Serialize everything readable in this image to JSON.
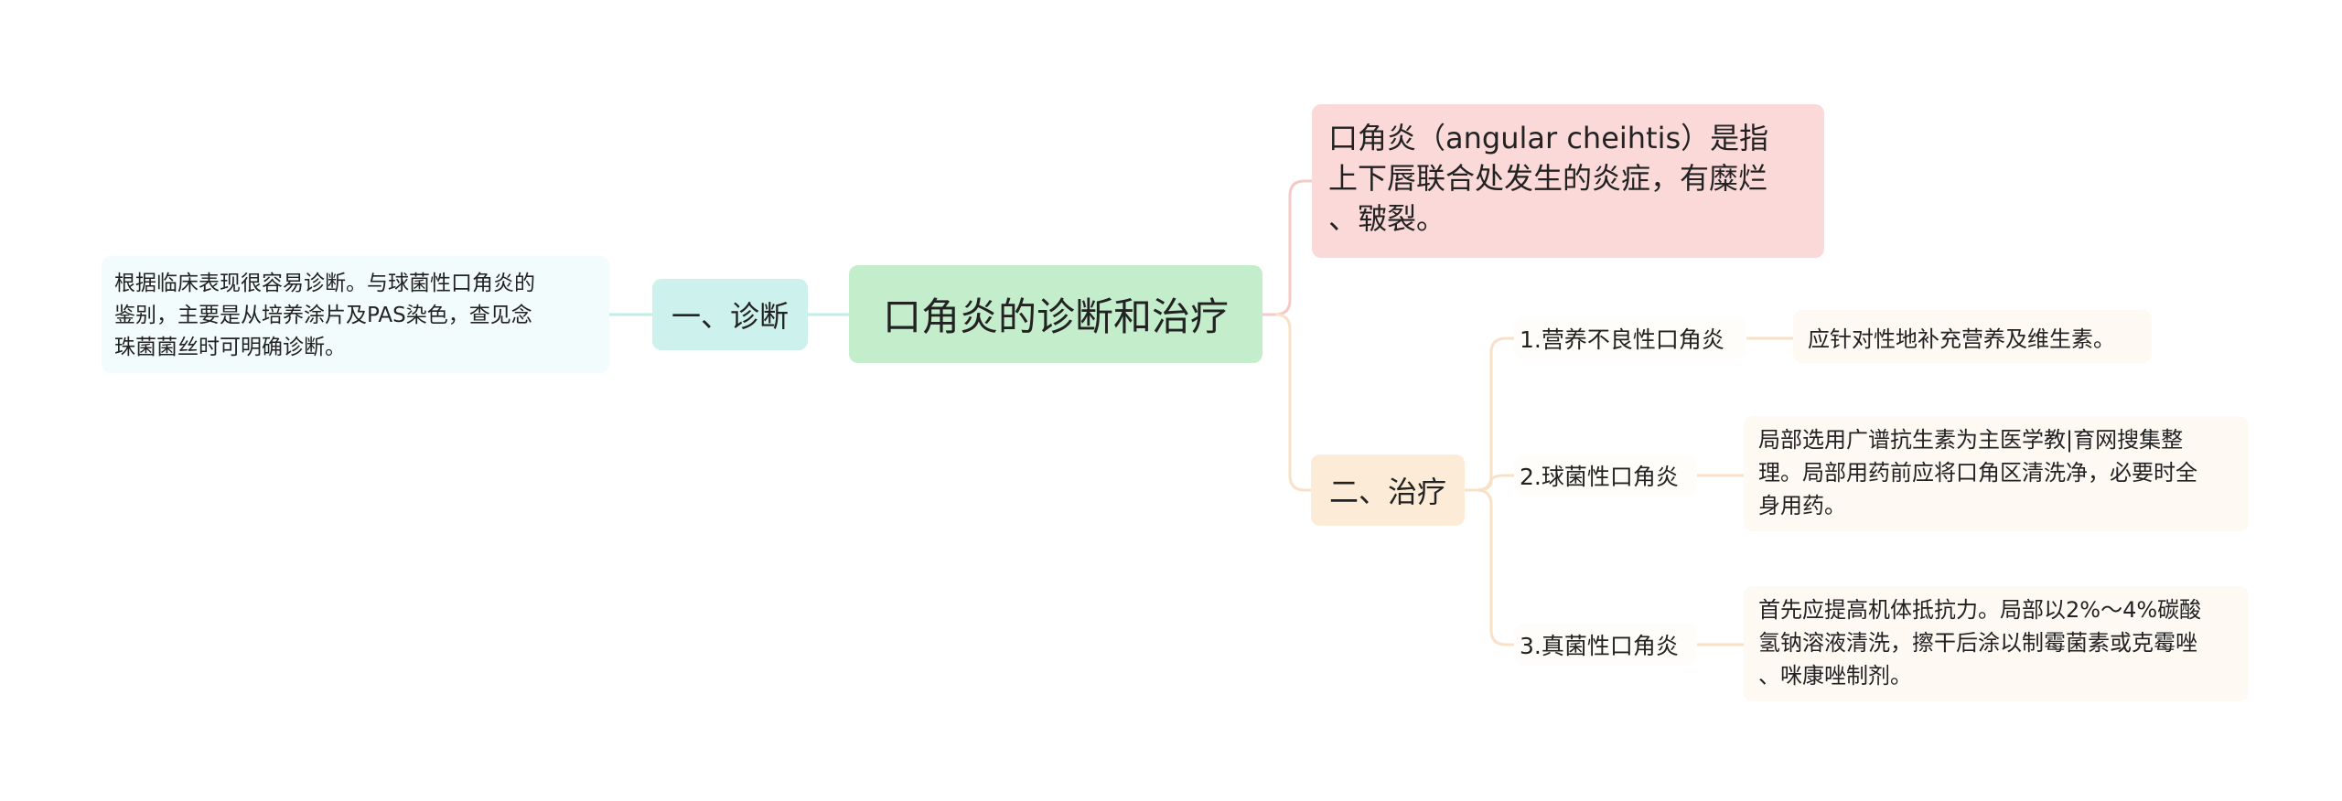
{
  "mindmap": {
    "root": {
      "label": "口角炎的诊断和治疗"
    },
    "diagnosis": {
      "label": "一、诊断",
      "detail_lines": [
        "根据临床表现很容易诊断。与球菌性口角炎的",
        "鉴别，主要是从培养涂片及PAS染色，查见念",
        "珠菌菌丝时可明确诊断。"
      ]
    },
    "definition": {
      "lines": [
        "口角炎（angular cheihtis）是指",
        "上下唇联合处发生的炎症，有糜烂",
        "、皲裂。"
      ]
    },
    "treatment": {
      "label": "二、治疗",
      "items": [
        {
          "label": "1.营养不良性口角炎",
          "detail_lines": [
            "应针对性地补充营养及维生素。"
          ]
        },
        {
          "label": "2.球菌性口角炎",
          "detail_lines": [
            "局部选用广谱抗生素为主医学教|育网搜集整",
            "理。局部用药前应将口角区清洗净，必要时全",
            "身用药。"
          ]
        },
        {
          "label": "3.真菌性口角炎",
          "detail_lines": [
            "首先应提高机体抵抗力。局部以2%～4%碳酸",
            "氢钠溶液清洗，擦干后涂以制霉菌素或克霉唑",
            "、咪康唑制剂。"
          ]
        }
      ]
    }
  },
  "colors": {
    "root_fill": "#c4edcb",
    "diagnosis_fill": "#cdf1ec",
    "diagnosis_connector": "#bfeee6",
    "definition_fill": "#fad9d8",
    "definition_connector": "#f6c9c6",
    "treatment_fill": "#fcebd7",
    "treatment_connector": "#f8e1c6",
    "leaf_fill": "#fefaf3"
  }
}
